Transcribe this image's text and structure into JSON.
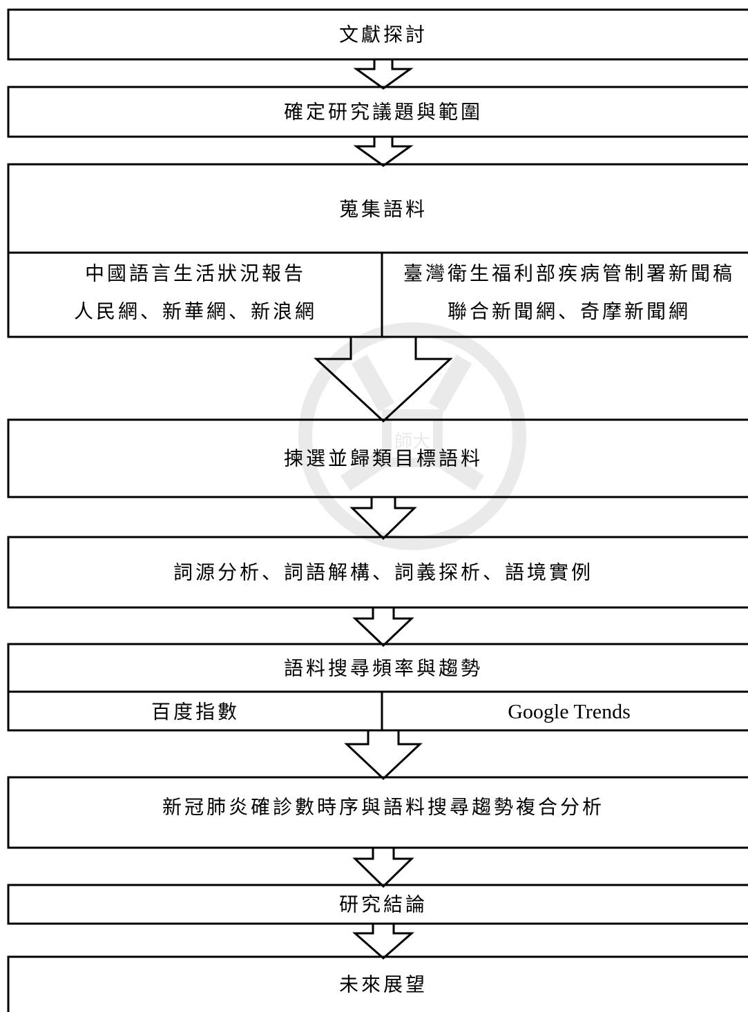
{
  "steps": {
    "s1": "文獻探討",
    "s2": "確定研究議題與範圍",
    "s3": "蒐集語料",
    "s3_left_1": "中國語言生活狀況報告",
    "s3_left_2": "人民網、新華網、新浪網",
    "s3_right_1": "臺灣衛生福利部疾病管制署新聞稿",
    "s3_right_2": "聯合新聞網、奇摩新聞網",
    "s4": "揀選並歸類目標語料",
    "s5": "詞源分析、詞語解構、詞義探析、語境實例",
    "s6": "語料搜尋頻率與趨勢",
    "s6_left": "百度指數",
    "s6_right": "Google Trends",
    "s7": "新冠肺炎確診數時序與語料搜尋趨勢複合分析",
    "s8": "研究結論",
    "s9": "未來展望"
  },
  "watermark": {
    "text": "師大",
    "color": "#d9d9d9"
  }
}
